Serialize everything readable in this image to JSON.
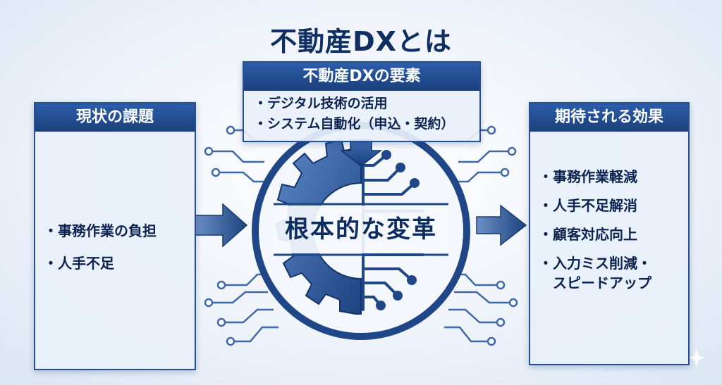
{
  "title": "不動産DXとは",
  "top_box": {
    "header": "不動産DXの要素",
    "items": [
      "・デジタル技術の活用",
      "・システム自動化（申込・契約）"
    ]
  },
  "left_box": {
    "header": "現状の課題",
    "items": [
      "・事務作業の負担",
      "・人手不足"
    ]
  },
  "right_box": {
    "header": "期待される効果",
    "items": [
      "・事務作業軽減",
      "・人手不足解消",
      "・顧客対応向上",
      "・入力ミス削減・",
      "　スピードアップ"
    ]
  },
  "center": {
    "label": "根本的な変革"
  },
  "colors": {
    "primary": "#1a3f7c",
    "accent": "#2d5ea8",
    "background": "#eef3fa",
    "text": "#0c2350"
  },
  "icons": [
    "gear-icon",
    "circuit-icon",
    "arrow-right-icon",
    "arrow-down-icon",
    "sparkle-icon"
  ]
}
